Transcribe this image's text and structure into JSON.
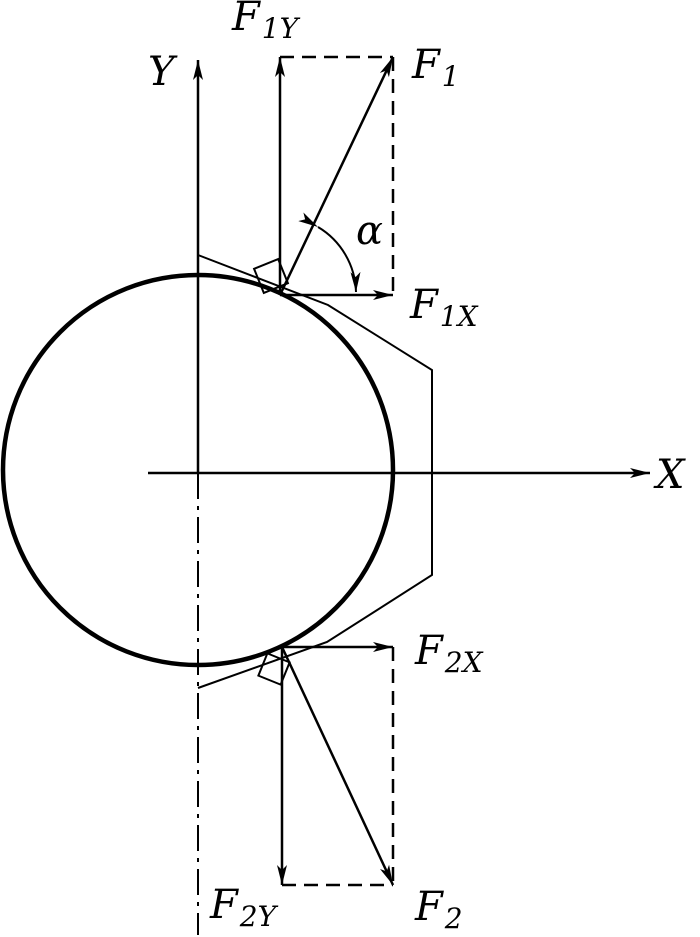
{
  "labels": {
    "axis_x": "X",
    "axis_y": "Y",
    "force_1": {
      "main": "F",
      "sub": "1"
    },
    "force_1x": {
      "main": "F",
      "sub": "1X"
    },
    "force_1y": {
      "main": "F",
      "sub": "1Y"
    },
    "force_2": {
      "main": "F",
      "sub": "2"
    },
    "force_2x": {
      "main": "F",
      "sub": "2X"
    },
    "force_2y": {
      "main": "F",
      "sub": "2Y"
    },
    "angle": "α"
  },
  "colors": {
    "line": "#000000",
    "background": "#ffffff"
  }
}
